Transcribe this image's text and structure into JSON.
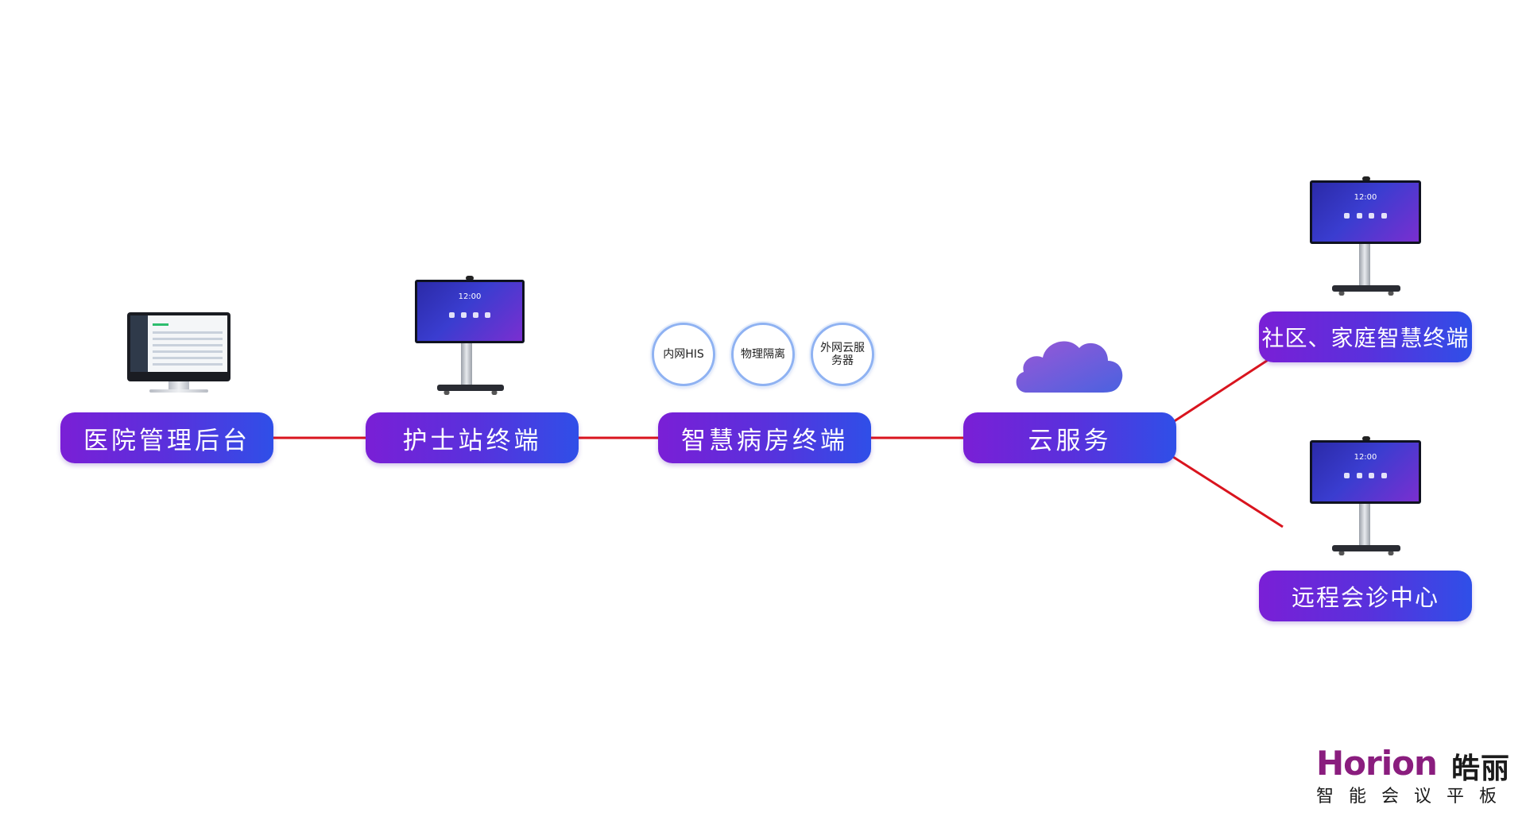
{
  "nodes": {
    "hospital_backend": "医院管理后台",
    "nurse_station": "护士站终端",
    "smart_ward": "智慧病房终端",
    "cloud_service": "云服务",
    "community_home": "社区、家庭智慧终端",
    "remote_consult": "远程会诊中心"
  },
  "badges": {
    "intranet_his": "内网HIS",
    "physical_isolation": "物理隔离",
    "extranet_cloud": "外网云服务器"
  },
  "screen_clock": "12:00",
  "logo": {
    "wordmark": "Horion",
    "brand_cn": "皓丽",
    "tagline": "智能会议平板"
  },
  "colors": {
    "node_gradient_start": "#7a1fd6",
    "node_gradient_end": "#2f4fe8",
    "connector": "#d9141e",
    "logo_accent": "#8a1d7e"
  }
}
